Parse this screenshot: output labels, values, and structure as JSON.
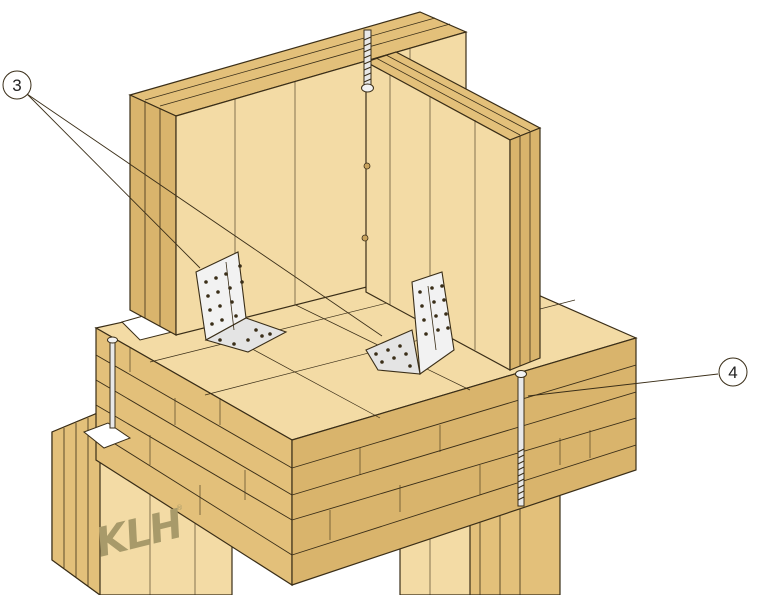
{
  "callouts": [
    {
      "label": "3"
    },
    {
      "label": "4"
    }
  ],
  "logo": {
    "text": "KLH",
    "mark": "®"
  },
  "colors": {
    "wood_face": "#f3dba5",
    "wood_side": "#e3c07a",
    "wood_dark": "#c9a45e",
    "wood_grain": "#b7944f",
    "outline": "#3a2e18",
    "metal": "#f2f2f2",
    "pad": "#ffffff"
  }
}
